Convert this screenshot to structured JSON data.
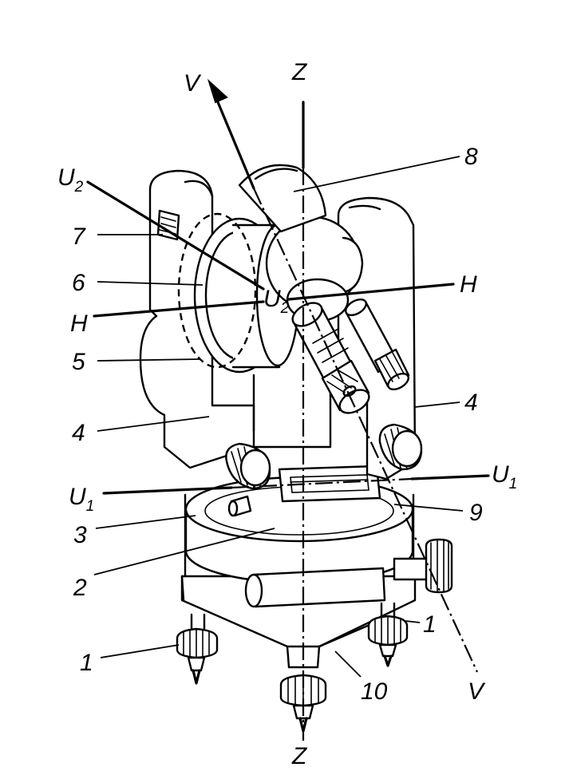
{
  "figure": {
    "axes": {
      "Z_top": "Z",
      "Z_bottom": "Z",
      "V_top": "V",
      "V_bottom": "V",
      "H_left": "H",
      "H_right": "H",
      "U2_left": {
        "main": "U",
        "sub": "2"
      },
      "U2_center": {
        "main": "U",
        "sub": "2"
      },
      "U1_left": {
        "main": "U",
        "sub": "1"
      },
      "U1_right": {
        "main": "U",
        "sub": "1"
      }
    },
    "callouts": {
      "c1_left": "1",
      "c1_right": "1",
      "c2": "2",
      "c3": "3",
      "c4_left": "4",
      "c4_right": "4",
      "c5": "5",
      "c6": "6",
      "c7": "7",
      "c8": "8",
      "c9": "9",
      "c10": "10"
    },
    "colors": {
      "ink": "#000000",
      "paper": "#ffffff"
    }
  }
}
